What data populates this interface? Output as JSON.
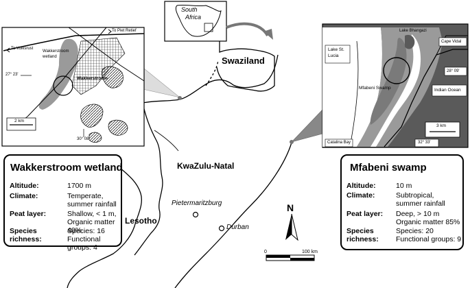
{
  "colors": {
    "ocean": "#5a5a5a",
    "wetland": "#9a9a9a",
    "land": "#ffffff",
    "ink": "#000000"
  },
  "map_labels": {
    "swaziland": "Swaziland",
    "kwazulu_natal": "KwaZulu-Natal",
    "lesotho": "Lesotho",
    "pietermaritzburg": "Pietermaritzburg",
    "durban": "Durban"
  },
  "locator": {
    "country_line1": "South",
    "country_line2": "Africa"
  },
  "north_arrow": {
    "letter": "N"
  },
  "scale_bar": {
    "start": "0",
    "end": "100 km"
  },
  "wakkerstroom_inset": {
    "to_piet_retief": "To Piet Retief",
    "to_volksrust": "To Volksrust",
    "wetland_label_1": "Wakkerstroom",
    "wetland_label_2": "wetland",
    "town": "Wakkerstroom",
    "lat": "27° 23'",
    "lon": "30° 08'",
    "scale": "2 km"
  },
  "mfabeni_inset": {
    "lake_bhangazi": "Lake Bhangazi",
    "lake_st_lucia_1": "Lake St.",
    "lake_st_lucia_2": "Lucia",
    "cape_vidal": "Cape Vidal",
    "lat": "28° 09'",
    "indian_ocean": "Indian Ocean",
    "swamp": "Mfabeni Swamp",
    "scale": "3 km",
    "catalina_bay": "Catalina Bay",
    "lon": "32° 33'"
  },
  "wakkerstroom_box": {
    "title": "Wakkerstroom wetland",
    "rows": [
      {
        "key": "Altitude:",
        "value": "1700 m"
      },
      {
        "key": "Climate:",
        "value": "Temperate,\nsummer rainfall"
      },
      {
        "key": "Peat layer:",
        "value": "Shallow, < 1 m,\nOrganic matter 40%"
      },
      {
        "key": "Species\nrichness:",
        "value": "Species: 16\nFunctional groups: 4"
      }
    ]
  },
  "mfabeni_box": {
    "title": "Mfabeni swamp",
    "rows": [
      {
        "key": "Altitude:",
        "value": "10 m"
      },
      {
        "key": "Climate:",
        "value": "Subtropical,\nsummer rainfall"
      },
      {
        "key": "Peat layer:",
        "value": "Deep, > 10 m\nOrganic matter 85%"
      },
      {
        "key": "Species\nrichness:",
        "value": "Species: 20\nFunctional groups: 9"
      }
    ]
  }
}
